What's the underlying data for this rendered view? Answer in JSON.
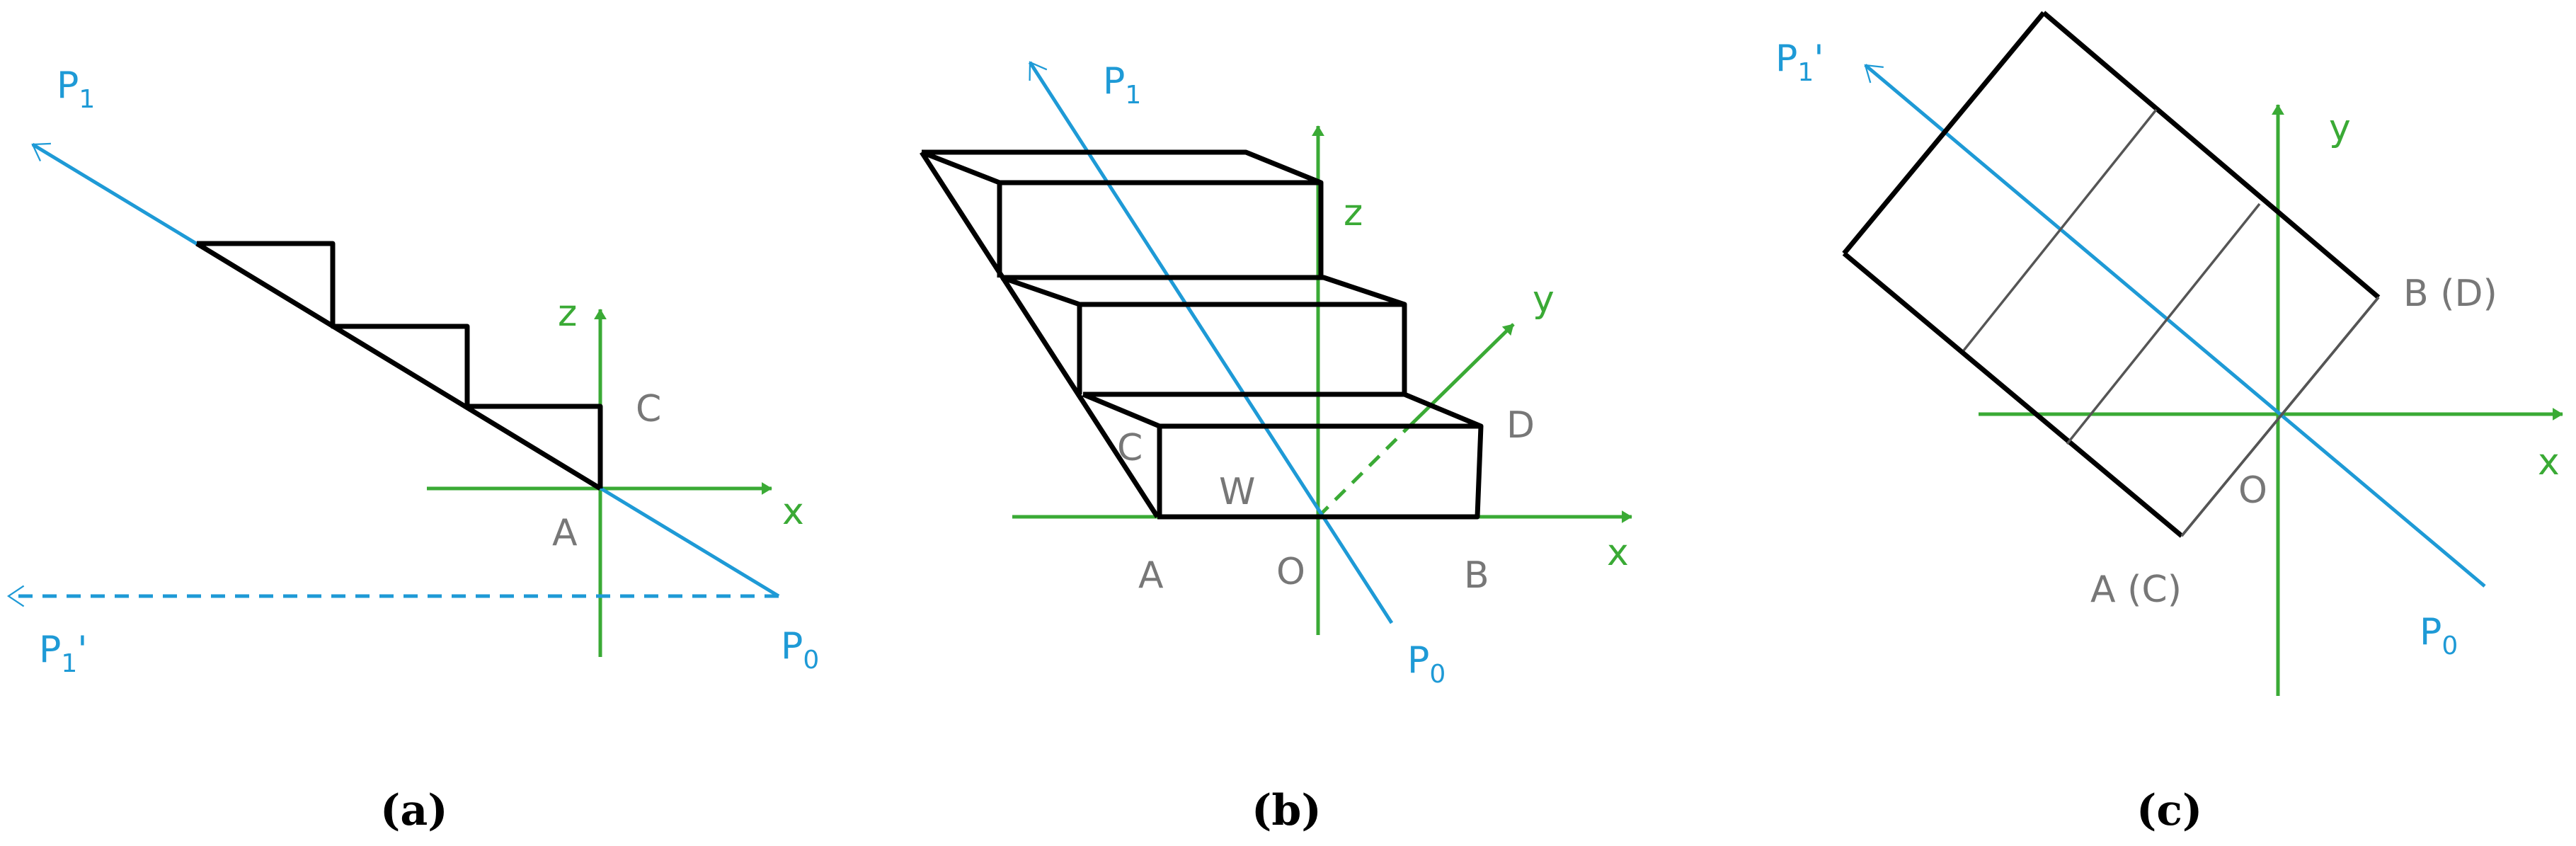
{
  "colors": {
    "axis": "#3aaa35",
    "ray": "#1e9ad6",
    "point_label": "#777777",
    "outline": "#000000"
  },
  "panel_a": {
    "caption": "(a)",
    "label_p1": "P",
    "label_p1_sub": "1",
    "label_p1prime": "P",
    "label_p1prime_sub": "1",
    "label_p1prime_mark": "'",
    "label_p0": "P",
    "label_p0_sub": "0",
    "label_z": "z",
    "label_x": "x",
    "label_a": "A",
    "label_c": "C"
  },
  "panel_b": {
    "caption": "(b)",
    "label_p1": "P",
    "label_p1_sub": "1",
    "label_p0": "P",
    "label_p0_sub": "0",
    "label_z": "z",
    "label_y": "y",
    "label_x": "x",
    "label_a": "A",
    "label_o": "O",
    "label_b": "B",
    "label_c": "C",
    "label_d": "D",
    "label_w": "W"
  },
  "panel_c": {
    "caption": "(c)",
    "label_p1prime": "P",
    "label_p1prime_sub": "1",
    "label_p1prime_mark": "'",
    "label_p0": "P",
    "label_p0_sub": "0",
    "label_y": "y",
    "label_x": "x",
    "label_o": "O",
    "label_ac": "A (C)",
    "label_bd": "B (D)"
  }
}
